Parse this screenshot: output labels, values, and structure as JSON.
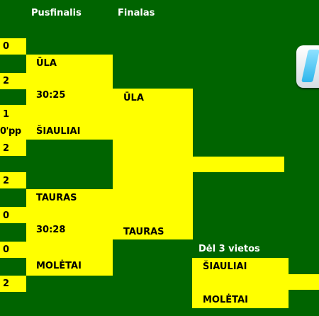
{
  "headers": {
    "semifinals": "Pusfinalis",
    "final": "Finalas",
    "third_place": "Dėl 3 vietos"
  },
  "semifinal1": {
    "team_a": "ŪLA",
    "team_b": "ŠIAULIAI",
    "score": "30:25",
    "left_scores": [
      "0",
      "2",
      "1",
      "2"
    ],
    "left_note": "0'pp"
  },
  "semifinal2": {
    "team_a": "TAURAS",
    "team_b": "MOLĖTAI",
    "score": "30:28",
    "left_scores": [
      "2",
      "0",
      "0",
      "2"
    ]
  },
  "final": {
    "team_a": "ŪLA",
    "team_b": "TAURAS"
  },
  "third_place": {
    "team_a": "ŠIAULIAI",
    "team_b": "MOLĖTAI"
  },
  "colors": {
    "background": "#006400",
    "bracket": "#ffff00",
    "header_text": "#ffffff"
  },
  "icons": {
    "corner": "app-icon"
  }
}
